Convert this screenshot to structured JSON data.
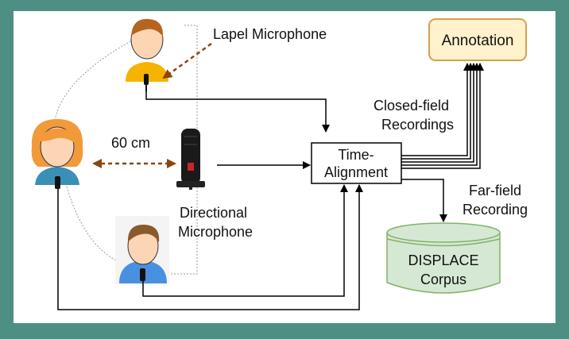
{
  "labels": {
    "lapel_microphone": "Lapel Microphone",
    "distance": "60 cm",
    "directional_mic_line1": "Directional",
    "directional_mic_line2": "Microphone",
    "time_alignment_line1": "Time-",
    "time_alignment_line2": "Alignment",
    "annotation": "Annotation",
    "closed_field_line1": "Closed-field",
    "closed_field_line2": "Recordings",
    "far_field_line1": "Far-field",
    "far_field_line2": "Recording",
    "corpus_line1": "DISPLACE",
    "corpus_line2": "Corpus"
  },
  "colors": {
    "frame": "#4e8f84",
    "annotation_fill": "#fff2cc",
    "annotation_stroke": "#d6a04a",
    "corpus_fill": "#d5e8d4",
    "corpus_stroke": "#82b366",
    "dashed_arrow": "#8b4513",
    "skin": "#fcd5b5",
    "hair_brown": "#b5651d",
    "hair_orange": "#f29a3a",
    "shirt_yellow": "#f5b400",
    "shirt_blue": "#4a90e2",
    "shirt_teal": "#3a8fb7"
  },
  "icons": {
    "speaker_top": "person-icon",
    "speaker_left": "person-icon",
    "speaker_bottom": "person-icon",
    "directional_mic": "studio-microphone-icon"
  }
}
